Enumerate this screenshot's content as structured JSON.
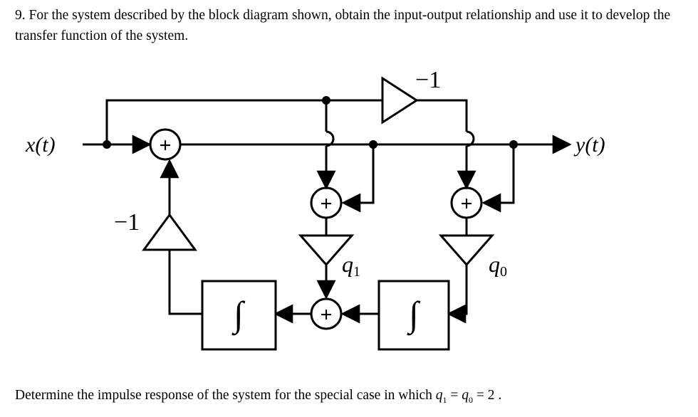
{
  "problem": {
    "number": "9.",
    "text": "For the system described by the block diagram shown, obtain the input-output relationship and use it to develop the transfer function of the system."
  },
  "diagram": {
    "input_label": "x(t)",
    "output_label": "y(t)",
    "gain_top": "−1",
    "gain_left": "−1",
    "gain_q1": "q",
    "gain_q1_sub": "1",
    "gain_q0": "q",
    "gain_q0_sub": "0",
    "sum_symbol": "+",
    "integrator_symbol": "∫"
  },
  "question": {
    "text": "Determine the impulse response of the system for the special case in which",
    "q1": "q",
    "q1_sub": "1",
    "eq1": " = ",
    "q0": "q",
    "q0_sub": "0",
    "eq2": " = 2 ."
  }
}
